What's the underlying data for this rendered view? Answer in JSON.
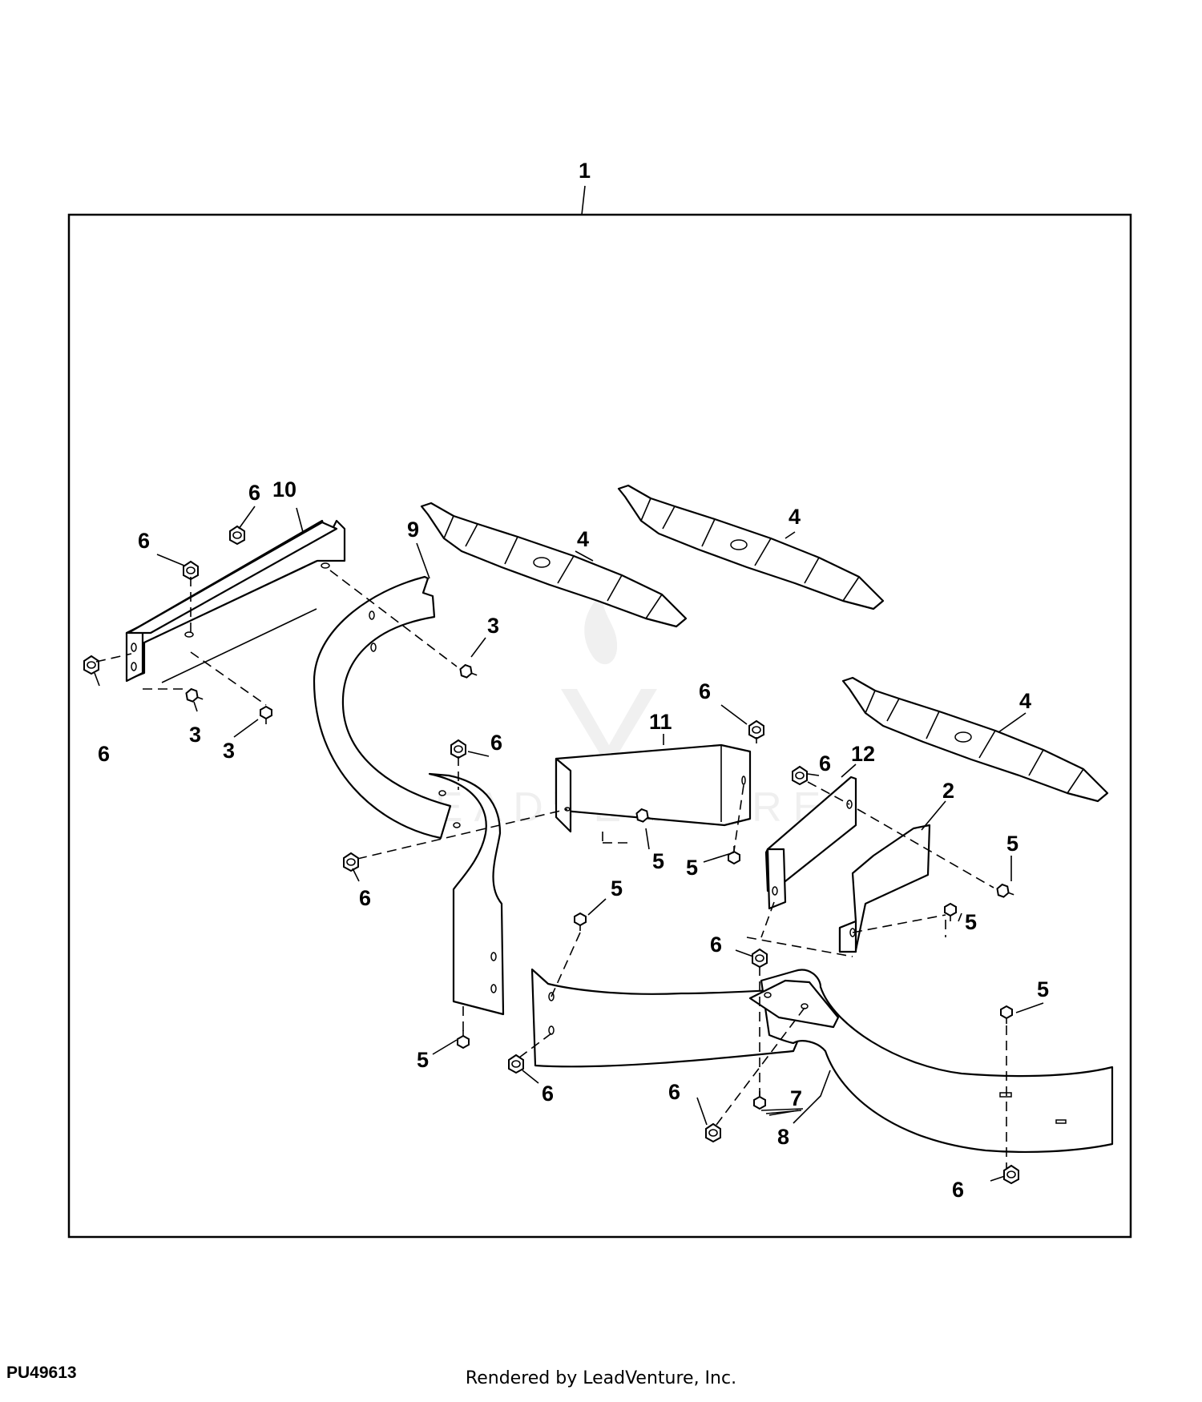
{
  "figure_code": "PU49613",
  "footer": "Rendered by LeadVenture, Inc.",
  "watermark_logo_text": "LEADVENTURE",
  "callouts": {
    "c1": "1",
    "c2": "2",
    "c3a": "3",
    "c3b": "3",
    "c3c": "3",
    "c4a": "4",
    "c4b": "4",
    "c4c": "4",
    "c5a": "5",
    "c5b": "5",
    "c5c": "5",
    "c5d": "5",
    "c5e": "5",
    "c5f": "5",
    "c5g": "5",
    "c6a": "6",
    "c6b": "6",
    "c6c": "6",
    "c6d": "6",
    "c6e": "6",
    "c6f": "6",
    "c6g": "6",
    "c6h": "6",
    "c6i": "6",
    "c6j": "6",
    "c7": "7",
    "c8": "8",
    "c9": "9",
    "c10": "10",
    "c11": "11",
    "c12": "12"
  }
}
